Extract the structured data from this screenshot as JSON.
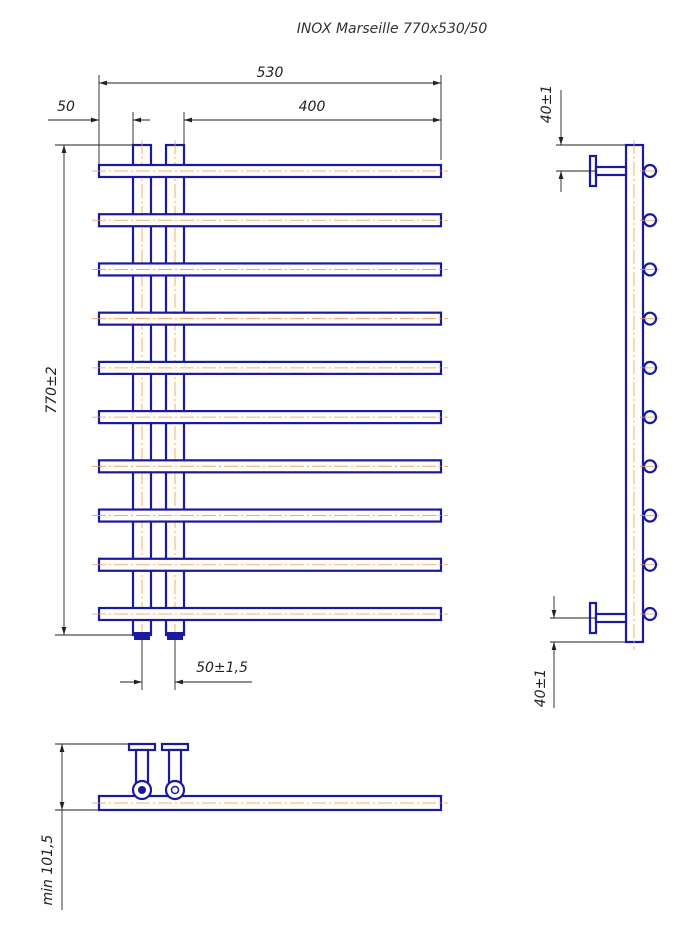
{
  "title": "INOX Marseille 770x530/50",
  "dimensions": {
    "overall_width": "530",
    "offset": "50",
    "bar_length": "400",
    "height": "770±2",
    "pipe_spacing": "50±1,5",
    "bracket_top": "40±1",
    "bracket_bottom": "40±1",
    "wall_gap": "min 101,5"
  },
  "rail": {
    "bar_count": 10
  },
  "colors": {
    "outline": "#1a1aa0",
    "centerline": "#e0a070",
    "dimension": "#222222"
  }
}
